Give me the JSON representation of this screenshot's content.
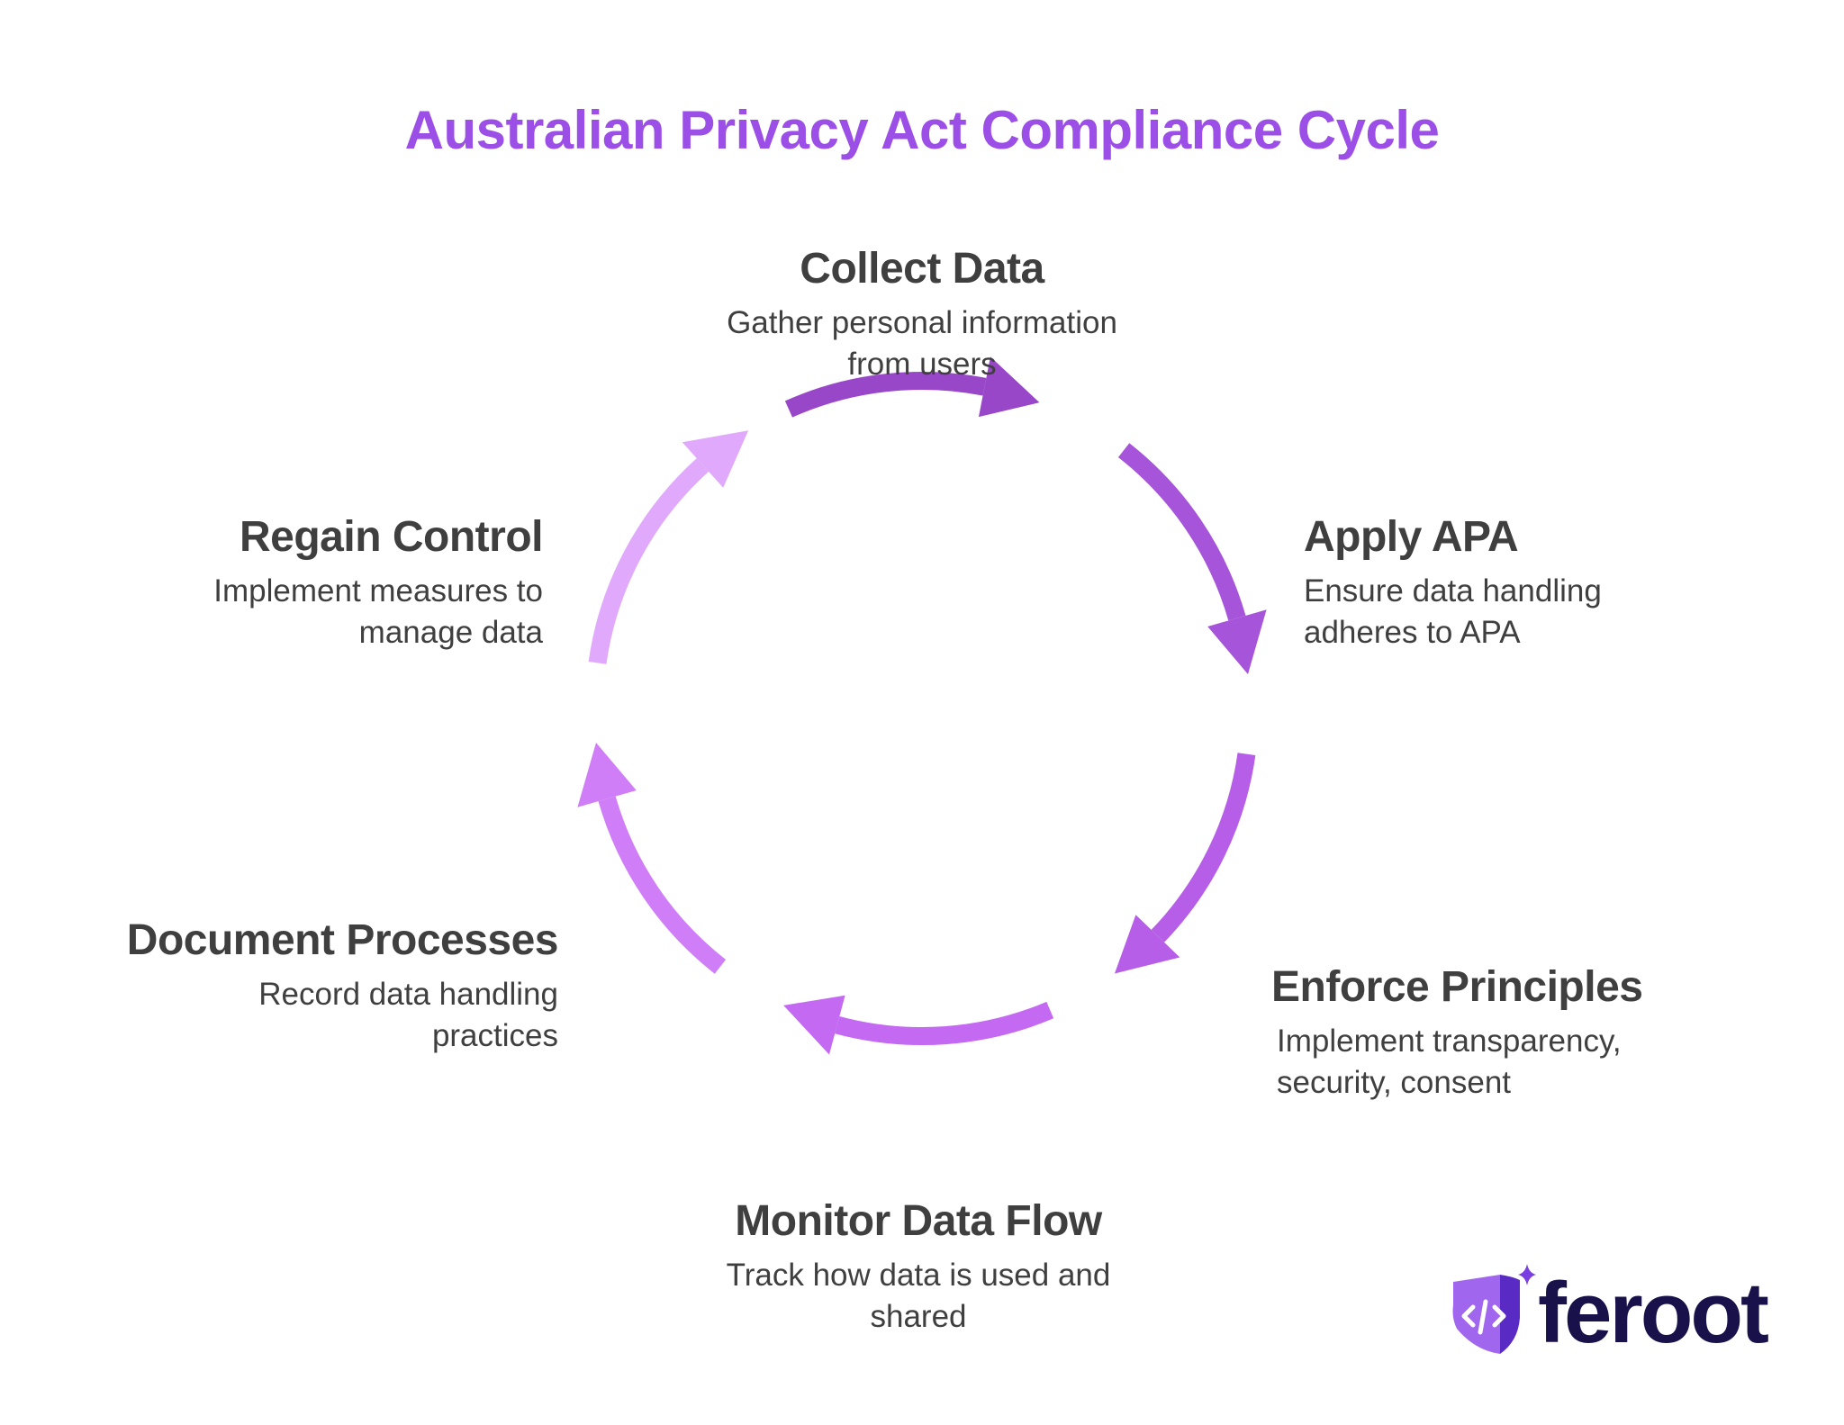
{
  "title": "Australian Privacy Act Compliance Cycle",
  "steps": [
    {
      "heading": "Collect Data",
      "description": "Gather personal information from users",
      "color": "#9747c8"
    },
    {
      "heading": "Apply APA",
      "description": "Ensure data handling adheres to APA",
      "color": "#a654d9"
    },
    {
      "heading": "Enforce Principles",
      "description": "Implement transparency, security, consent",
      "color": "#b65ee8"
    },
    {
      "heading": "Monitor Data Flow",
      "description": "Track how data is used and shared",
      "color": "#c469f2"
    },
    {
      "heading": "Document Processes",
      "description": "Record data handling practices",
      "color": "#cf7ef7"
    },
    {
      "heading": "Regain Control",
      "description": "Implement measures to manage data",
      "color": "#e0a9fb"
    }
  ],
  "logo": {
    "text": "feroot",
    "colors": {
      "shield": "#7a3fe0",
      "wordmark": "#19124a",
      "sparkle": "#7a3fe0"
    }
  }
}
